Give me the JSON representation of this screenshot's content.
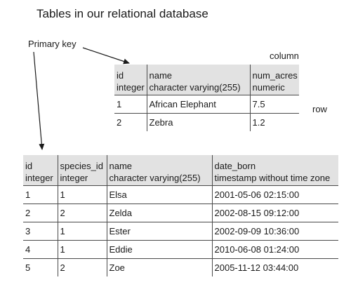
{
  "title": "Tables in our relational database",
  "labels": {
    "primary_key": "Primary key",
    "column": "column",
    "row": "row"
  },
  "species_table": {
    "headers": [
      {
        "name": "id",
        "type": "integer"
      },
      {
        "name": "name",
        "type": "character varying(255)"
      },
      {
        "name": "num_acres",
        "type": "numeric"
      }
    ],
    "rows": [
      [
        "1",
        "African Elephant",
        "7.5"
      ],
      [
        "2",
        "Zebra",
        "1.2"
      ]
    ]
  },
  "animals_table": {
    "headers": [
      {
        "name": "id",
        "type": "integer"
      },
      {
        "name": "species_id",
        "type": "integer"
      },
      {
        "name": "name",
        "type": "character varying(255)"
      },
      {
        "name": "date_born",
        "type": "timestamp without time zone"
      }
    ],
    "rows": [
      [
        "1",
        "1",
        "Elsa",
        "2001-05-06 02:15:00"
      ],
      [
        "2",
        "2",
        "Zelda",
        "2002-08-15 09:12:00"
      ],
      [
        "3",
        "1",
        "Ester",
        "2002-09-09 10:36:00"
      ],
      [
        "4",
        "1",
        "Eddie",
        "2010-06-08 01:24:00"
      ],
      [
        "5",
        "2",
        "Zoe",
        "2005-11-12 03:44:00"
      ]
    ]
  }
}
